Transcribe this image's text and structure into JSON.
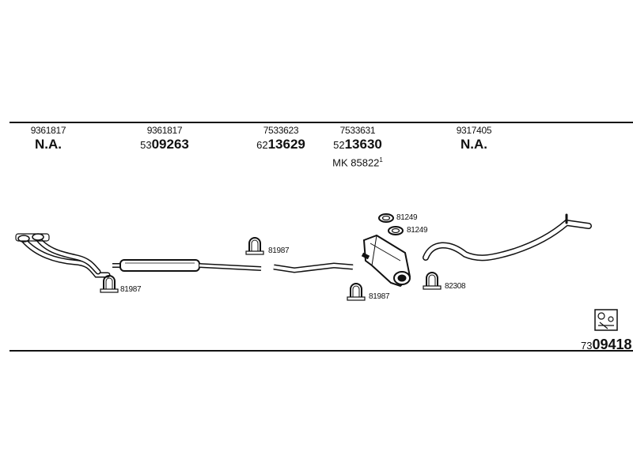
{
  "columns": [
    {
      "part_no": "9361817",
      "order_prefix": "",
      "order_main": "N.A."
    },
    {
      "part_no": "9361817",
      "order_prefix": "53",
      "order_main": "09263"
    },
    {
      "part_no": "7533623",
      "order_prefix": "62",
      "order_main": "13629"
    },
    {
      "part_no": "7533631",
      "order_prefix": "52",
      "order_main": "13630",
      "kit_label": "MK",
      "kit_no": "85822",
      "kit_sup": "1"
    },
    {
      "part_no": "9317405",
      "order_prefix": "",
      "order_main": "N.A."
    }
  ],
  "callouts": {
    "clamp_front": "81987",
    "clamp_mid_top": "81987",
    "clamp_mid_bottom": "81987",
    "clamp_rear": "82308",
    "ring_upper": "81249",
    "ring_lower": "81249"
  },
  "kit_total": {
    "prefix": "73",
    "main": "09418"
  },
  "icons": {
    "assembly_kit": "assembly-kit-icon"
  }
}
